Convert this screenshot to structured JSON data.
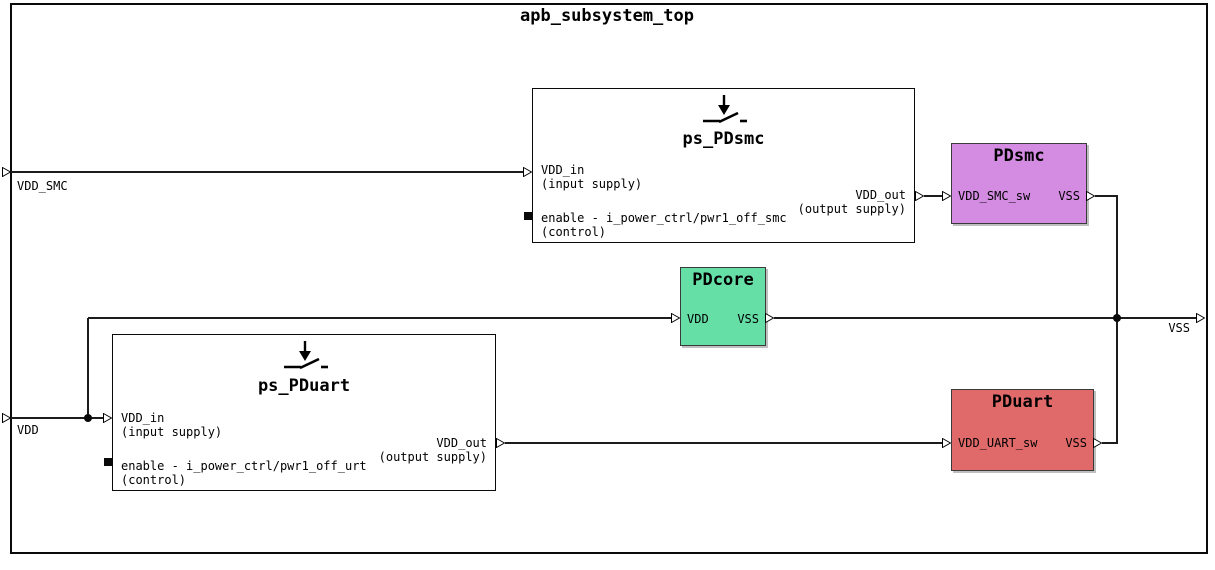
{
  "diagram": {
    "title": "apb_subsystem_top"
  },
  "colors": {
    "pdsmc": "#d48ce2",
    "pdcore": "#66dfa7",
    "pduart": "#e06a6a"
  },
  "external_ports": {
    "vdd_smc": "VDD_SMC",
    "vdd": "VDD",
    "vss": "VSS"
  },
  "nodes": {
    "ps_pdsmc": {
      "title": "ps_PDsmc",
      "vdd_in": "VDD_in",
      "vdd_in_type": "(input supply)",
      "enable": "enable - i_power_ctrl/pwr1_off_smc",
      "enable_type": "(control)",
      "vdd_out": "VDD_out",
      "vdd_out_type": "(output supply)"
    },
    "ps_pduart": {
      "title": "ps_PDuart",
      "vdd_in": "VDD_in",
      "vdd_in_type": "(input supply)",
      "enable": "enable - i_power_ctrl/pwr1_off_urt",
      "enable_type": "(control)",
      "vdd_out": "VDD_out",
      "vdd_out_type": "(output supply)"
    },
    "pdsmc": {
      "title": "PDsmc",
      "in": "VDD_SMC_sw",
      "out": "VSS"
    },
    "pdcore": {
      "title": "PDcore",
      "in": "VDD",
      "out": "VSS"
    },
    "pduart": {
      "title": "PDuart",
      "in": "VDD_UART_sw",
      "out": "VSS"
    }
  }
}
